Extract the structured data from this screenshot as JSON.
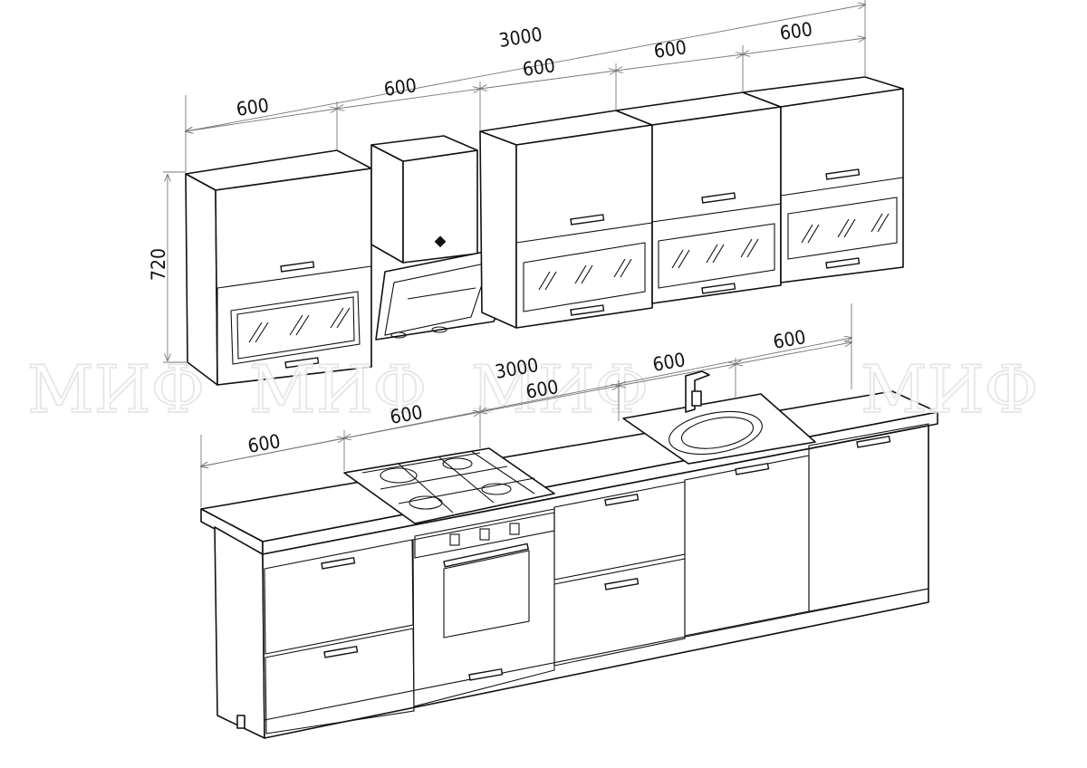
{
  "upper_row": {
    "total_width": "3000",
    "modules": [
      "600",
      "600",
      "600",
      "600",
      "600"
    ],
    "height": "720"
  },
  "lower_row": {
    "total_width": "3000",
    "modules": [
      "600",
      "600",
      "600",
      "600",
      "600"
    ]
  },
  "watermark": [
    "МИФ",
    "МИФ",
    "МИФ",
    "МИФ"
  ]
}
